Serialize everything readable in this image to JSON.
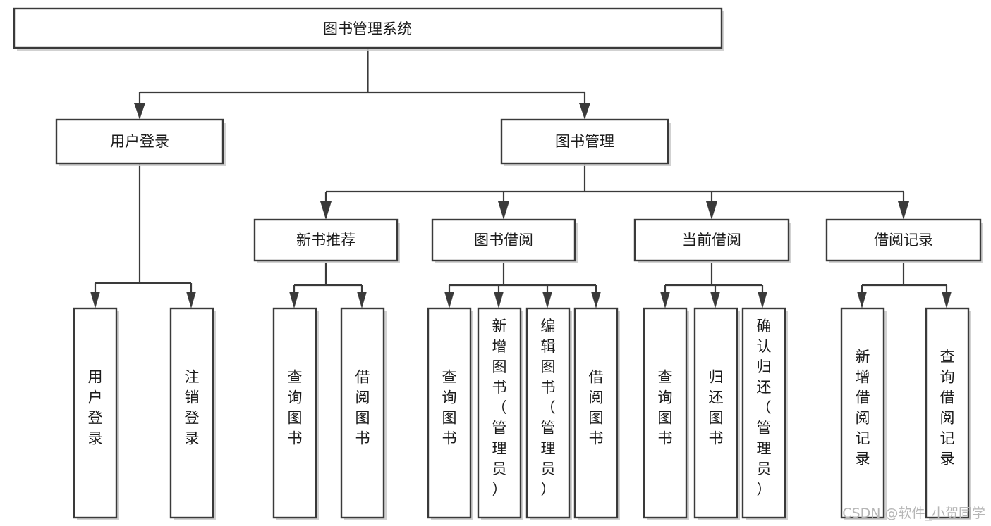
{
  "diagram": {
    "type": "tree-flowchart",
    "title": "图书管理系统",
    "root": {
      "id": "root",
      "label": "图书管理系统"
    },
    "level1": [
      {
        "id": "user-login",
        "label": "用户登录"
      },
      {
        "id": "book-manage",
        "label": "图书管理"
      }
    ],
    "level2": [
      {
        "id": "new-book-rec",
        "label": "新书推荐",
        "parent": "book-manage"
      },
      {
        "id": "book-borrow",
        "label": "图书借阅",
        "parent": "book-manage"
      },
      {
        "id": "current-borrow",
        "label": "当前借阅",
        "parent": "book-manage"
      },
      {
        "id": "borrow-record",
        "label": "借阅记录",
        "parent": "book-manage"
      }
    ],
    "leaves": [
      {
        "id": "leaf-user-login",
        "label": "用户登录",
        "parent": "user-login"
      },
      {
        "id": "leaf-logout",
        "label": "注销登录",
        "parent": "user-login"
      },
      {
        "id": "leaf-query-book-1",
        "label": "查询图书",
        "parent": "new-book-rec"
      },
      {
        "id": "leaf-borrow-book-1",
        "label": "借阅图书",
        "parent": "new-book-rec"
      },
      {
        "id": "leaf-query-book-2",
        "label": "查询图书",
        "parent": "book-borrow"
      },
      {
        "id": "leaf-add-book",
        "label": "新增图书（管理员）",
        "parent": "book-borrow"
      },
      {
        "id": "leaf-edit-book",
        "label": "编辑图书（管理员）",
        "parent": "book-borrow"
      },
      {
        "id": "leaf-borrow-book-2",
        "label": "借阅图书",
        "parent": "book-borrow"
      },
      {
        "id": "leaf-query-book-3",
        "label": "查询图书",
        "parent": "current-borrow"
      },
      {
        "id": "leaf-return-book",
        "label": "归还图书",
        "parent": "current-borrow"
      },
      {
        "id": "leaf-confirm-return",
        "label": "确认归还（管理员）",
        "parent": "current-borrow"
      },
      {
        "id": "leaf-add-record",
        "label": "新增借阅记录",
        "parent": "borrow-record"
      },
      {
        "id": "leaf-query-record",
        "label": "查询借阅记录",
        "parent": "borrow-record"
      }
    ],
    "colors": {
      "box_fill": "#ffffff",
      "box_stroke": "#3a3a3a",
      "text": "#1b1b1b",
      "shadow": "#c9c9c9",
      "watermark": "#b6b6b6",
      "background": "#ffffff"
    }
  },
  "watermark": {
    "text": "CSDN @软件_小贺同学"
  }
}
